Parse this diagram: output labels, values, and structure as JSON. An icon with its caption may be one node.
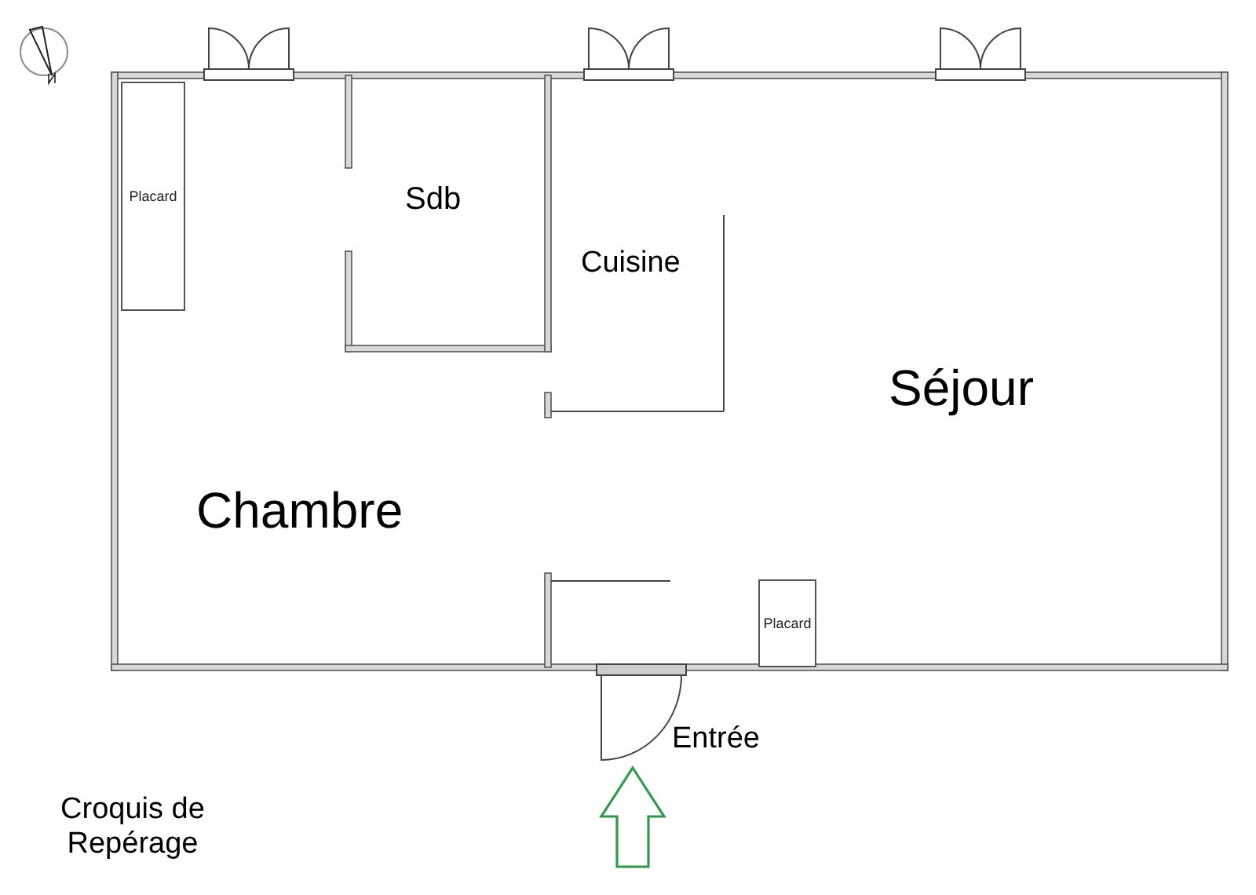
{
  "diagram": {
    "nodes": [
      {
        "text": [
          "Placard"
        ]
      },
      {
        "text": [
          "Placard"
        ]
      }
    ],
    "labels": [
      "Sdb",
      "Cuisine",
      "Séjour",
      "Chambre",
      "Entrée",
      "Croquis de Repérage"
    ]
  }
}
